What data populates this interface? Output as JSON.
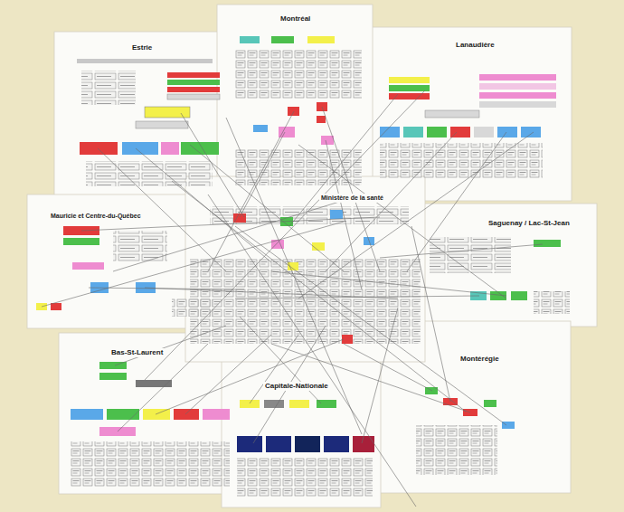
{
  "diagram": {
    "nodes": [
      {
        "text": [
          "Montréal"
        ]
      },
      {
        "text": [
          "Estrie"
        ]
      },
      {
        "text": [
          "Lanaudière"
        ]
      },
      {
        "text": [
          "Ministère de la santé"
        ]
      },
      {
        "text": [
          "Mauricie et Centre-du-Québec"
        ]
      },
      {
        "text": [
          "Saguenay / Lac-St-Jean"
        ]
      },
      {
        "text": [
          "Bas-St-Laurent"
        ]
      },
      {
        "text": [
          "Capitale-Nationale"
        ]
      },
      {
        "text": [
          "Montérégie"
        ]
      }
    ]
  }
}
